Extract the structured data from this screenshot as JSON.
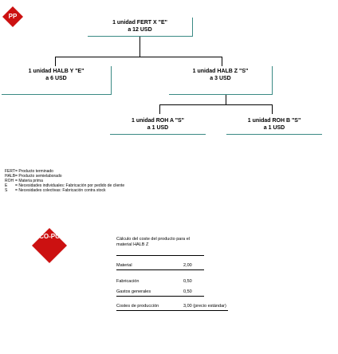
{
  "badges": {
    "pp": {
      "label": "PP",
      "color": "#cc1111"
    },
    "copc": {
      "label": "CO-PC",
      "color": "#cc1111"
    }
  },
  "accent_color": "#3a8a84",
  "tree": {
    "root": {
      "line1": "1 unidad FERT X \"E\"",
      "line2": "a 12 USD"
    },
    "halb_y": {
      "line1": "1 unidad HALB Y \"E\"",
      "line2": "a 6 USD"
    },
    "halb_z": {
      "line1": "1 unidad HALB Z \"S\"",
      "line2": "a 3 USD"
    },
    "roh_a": {
      "line1": "1 unidad ROH A \"S\"",
      "line2": "a 1 USD"
    },
    "roh_b": {
      "line1": "1 unidad ROH B \"S\"",
      "line2": "a 1 USD"
    }
  },
  "legend": [
    {
      "key": "FERT",
      "sep": "=",
      "text": "Producto terminado"
    },
    {
      "key": "HALB",
      "sep": "=",
      "text": "Producto semielaborado"
    },
    {
      "key": "ROH",
      "sep": "=",
      "text": "Materia prima"
    },
    {
      "key": "E",
      "sep": "=",
      "text": "Necesidades individuales: Fabricación por pedido de cliente"
    },
    {
      "key": "S",
      "sep": "=",
      "text": "Necesidades colectivas: Fabricación contra stock"
    }
  ],
  "calculation": {
    "title_line1": "Cálculo del coste del producto para el",
    "title_line2": "material HALB Z",
    "rows": [
      {
        "label": "Material",
        "value": "2,00"
      },
      {
        "label": "Fabricación",
        "value": "0,50"
      },
      {
        "label": "Gastos generales",
        "value": "0,50"
      }
    ],
    "total": {
      "label": "Costes de producción",
      "value": "3,00 (precio estándar)"
    }
  }
}
